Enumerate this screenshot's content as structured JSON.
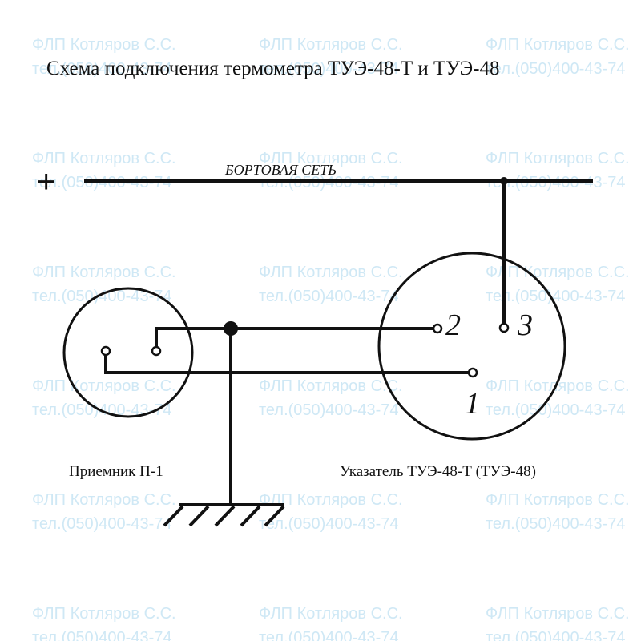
{
  "title": "Схема подключения термометра ТУЭ-48-Т и ТУЭ-48",
  "watermark": {
    "line1": "ФЛП Котляров С.С.",
    "line2": "тел.(050)400-43-74",
    "color": "#cfe8f5"
  },
  "bus": {
    "plus_symbol": "+",
    "label": "БОРТОВАЯ СЕТЬ"
  },
  "receiver": {
    "label": "Приемник П-1"
  },
  "indicator": {
    "label": "Указатель ТУЭ-48-Т (ТУЭ-48)",
    "pin1": "1",
    "pin2": "2",
    "pin3": "3"
  },
  "ground_icon": "ground-icon"
}
